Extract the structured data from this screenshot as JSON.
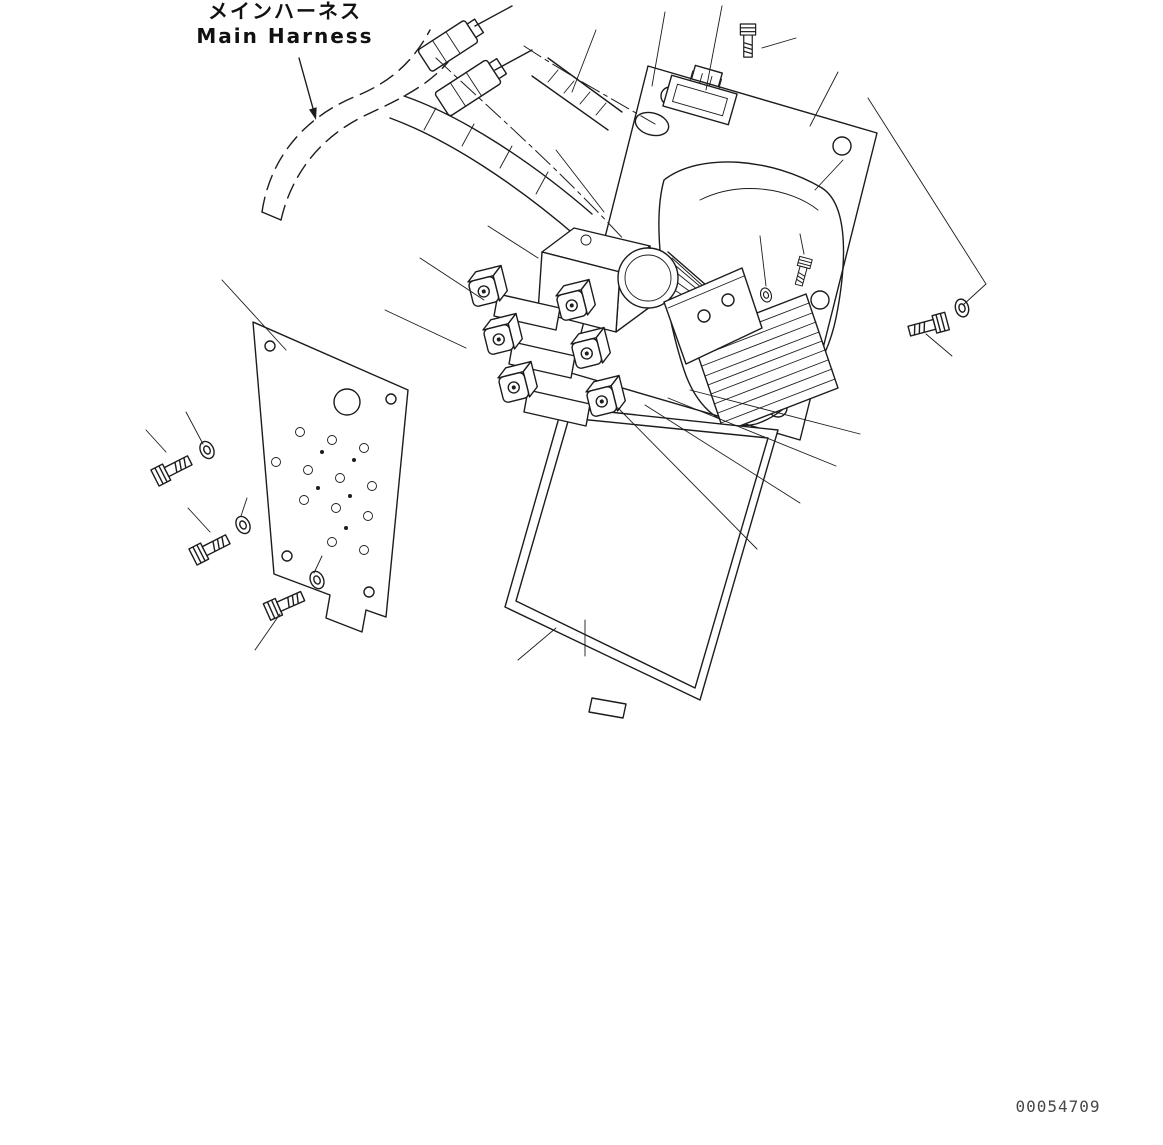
{
  "page": {
    "background": "#ffffff",
    "line_color": "#1c1c1c"
  },
  "labels": {
    "harness_jp": "メインハーネス",
    "harness_en": "Main Harness"
  },
  "footer": {
    "drawing_number": "00054709"
  }
}
